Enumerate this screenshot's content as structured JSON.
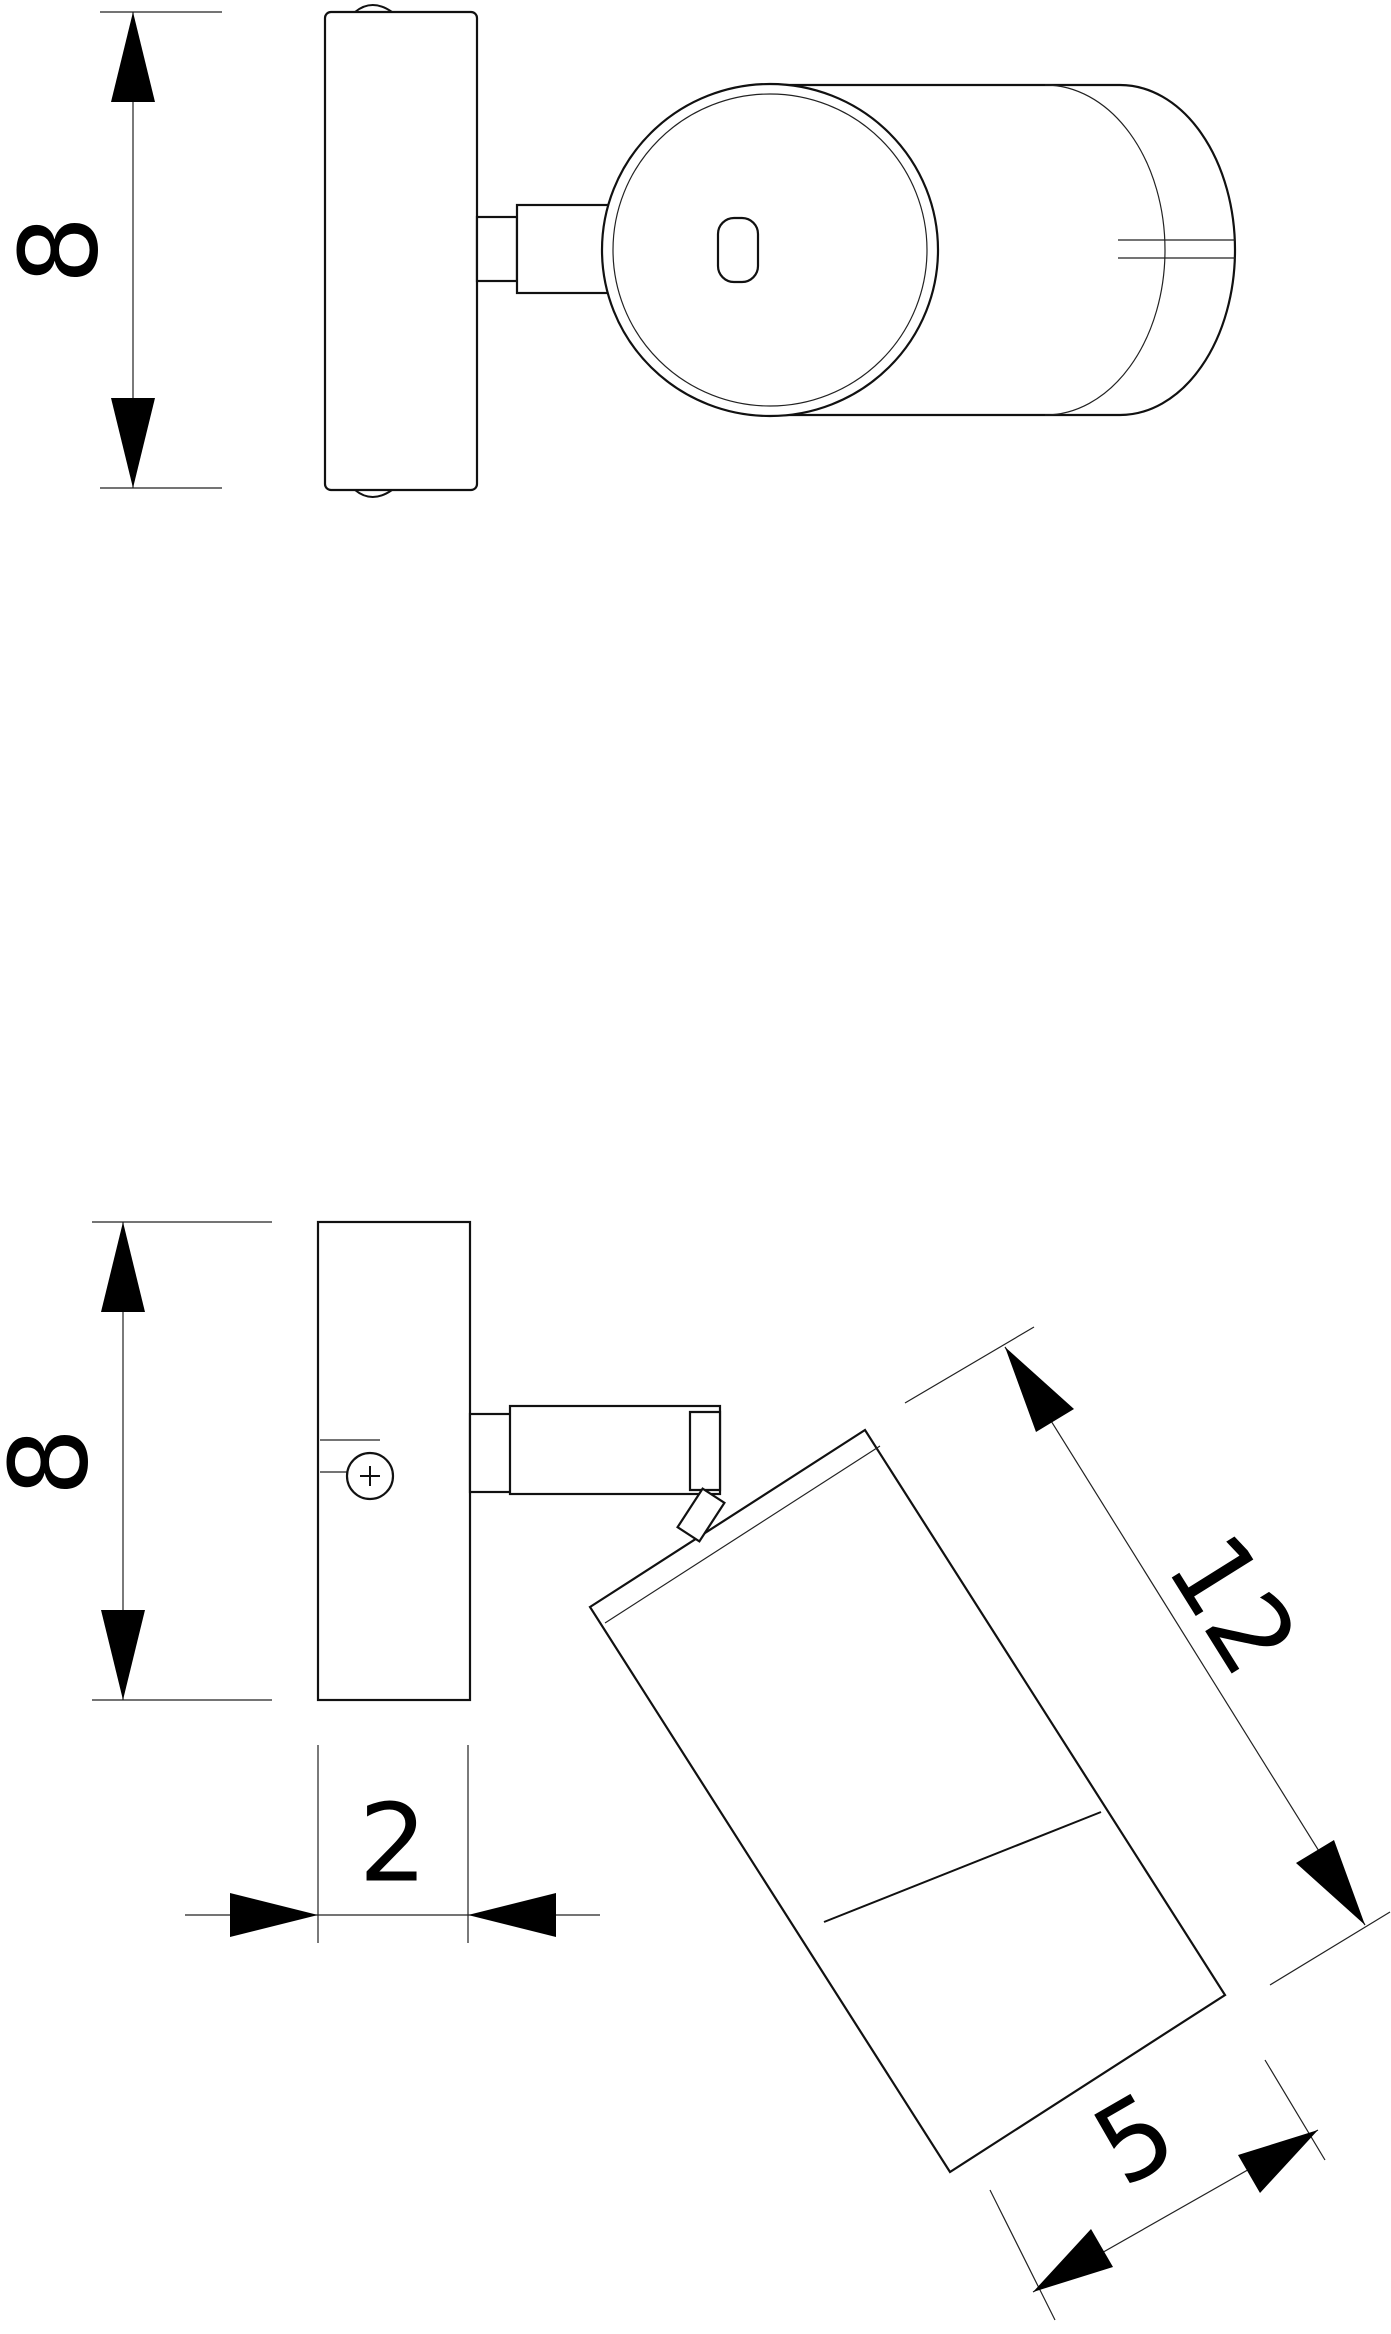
{
  "dimensions": {
    "top_height": "8",
    "bottom_height": "8",
    "base_depth": "2",
    "shade_length": "12",
    "shade_diameter": "5"
  }
}
